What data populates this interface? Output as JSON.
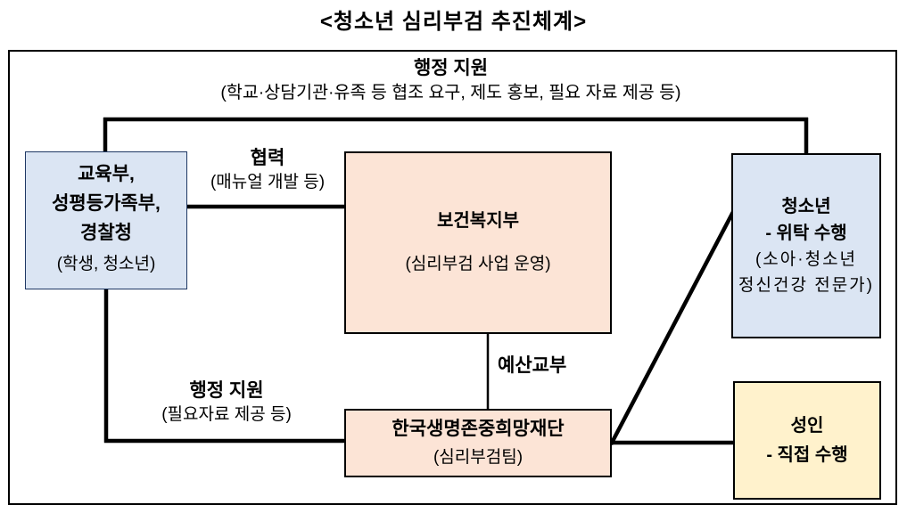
{
  "title": "<청소년 심리부검 추진체계>",
  "colors": {
    "blue_fill": "#dbe5f3",
    "blue_border": "#1f3864",
    "black_border": "#000000",
    "peach_fill": "#fce4d6",
    "yellow_fill": "#fff2cc",
    "line": "#000000"
  },
  "top_support": {
    "label": "행정 지원",
    "sublabel": "(학교·상담기관·유족 등 협조 요구, 제도 홍보, 필요 자료 제공 등)"
  },
  "nodes": {
    "ministries": {
      "line1": "교육부,",
      "line2": "성평등가족부,",
      "line3": "경찰청",
      "sublabel": "(학생, 청소년)"
    },
    "mohw": {
      "label": "보건복지부",
      "sublabel": "(심리부검 사업 운영)"
    },
    "youth": {
      "label": "청소년",
      "role": "- 위탁 수행",
      "sub1": "(소아·청소년",
      "sub2": "정신건강 전문가)"
    },
    "foundation": {
      "label": "한국생명존중희망재단",
      "sublabel": "(심리부검팀)"
    },
    "adult": {
      "label": "성인",
      "role": "- 직접 수행"
    }
  },
  "edges": {
    "cooperation": {
      "label": "협력",
      "sublabel": "(매뉴얼 개발 등)"
    },
    "budget": {
      "label": "예산교부"
    },
    "admin_support": {
      "label": "행정 지원",
      "sublabel": "(필요자료 제공 등)"
    }
  }
}
